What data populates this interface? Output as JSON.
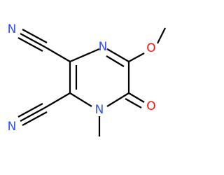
{
  "molecule": {
    "atoms": {
      "ring_n_top": {
        "text": "N",
        "color": "#3050F8"
      },
      "ring_n_methyl": {
        "text": "N",
        "color": "#3050F8"
      },
      "nitrile_n_top": {
        "text": "N",
        "color": "#3050F8"
      },
      "nitrile_n_bot": {
        "text": "N",
        "color": "#3050F8"
      },
      "methoxy_o": {
        "text": "O",
        "color": "#FF0D0D"
      },
      "carbonyl_o": {
        "text": "O",
        "color": "#FF0D0D"
      }
    },
    "bond_color": "#000000"
  }
}
